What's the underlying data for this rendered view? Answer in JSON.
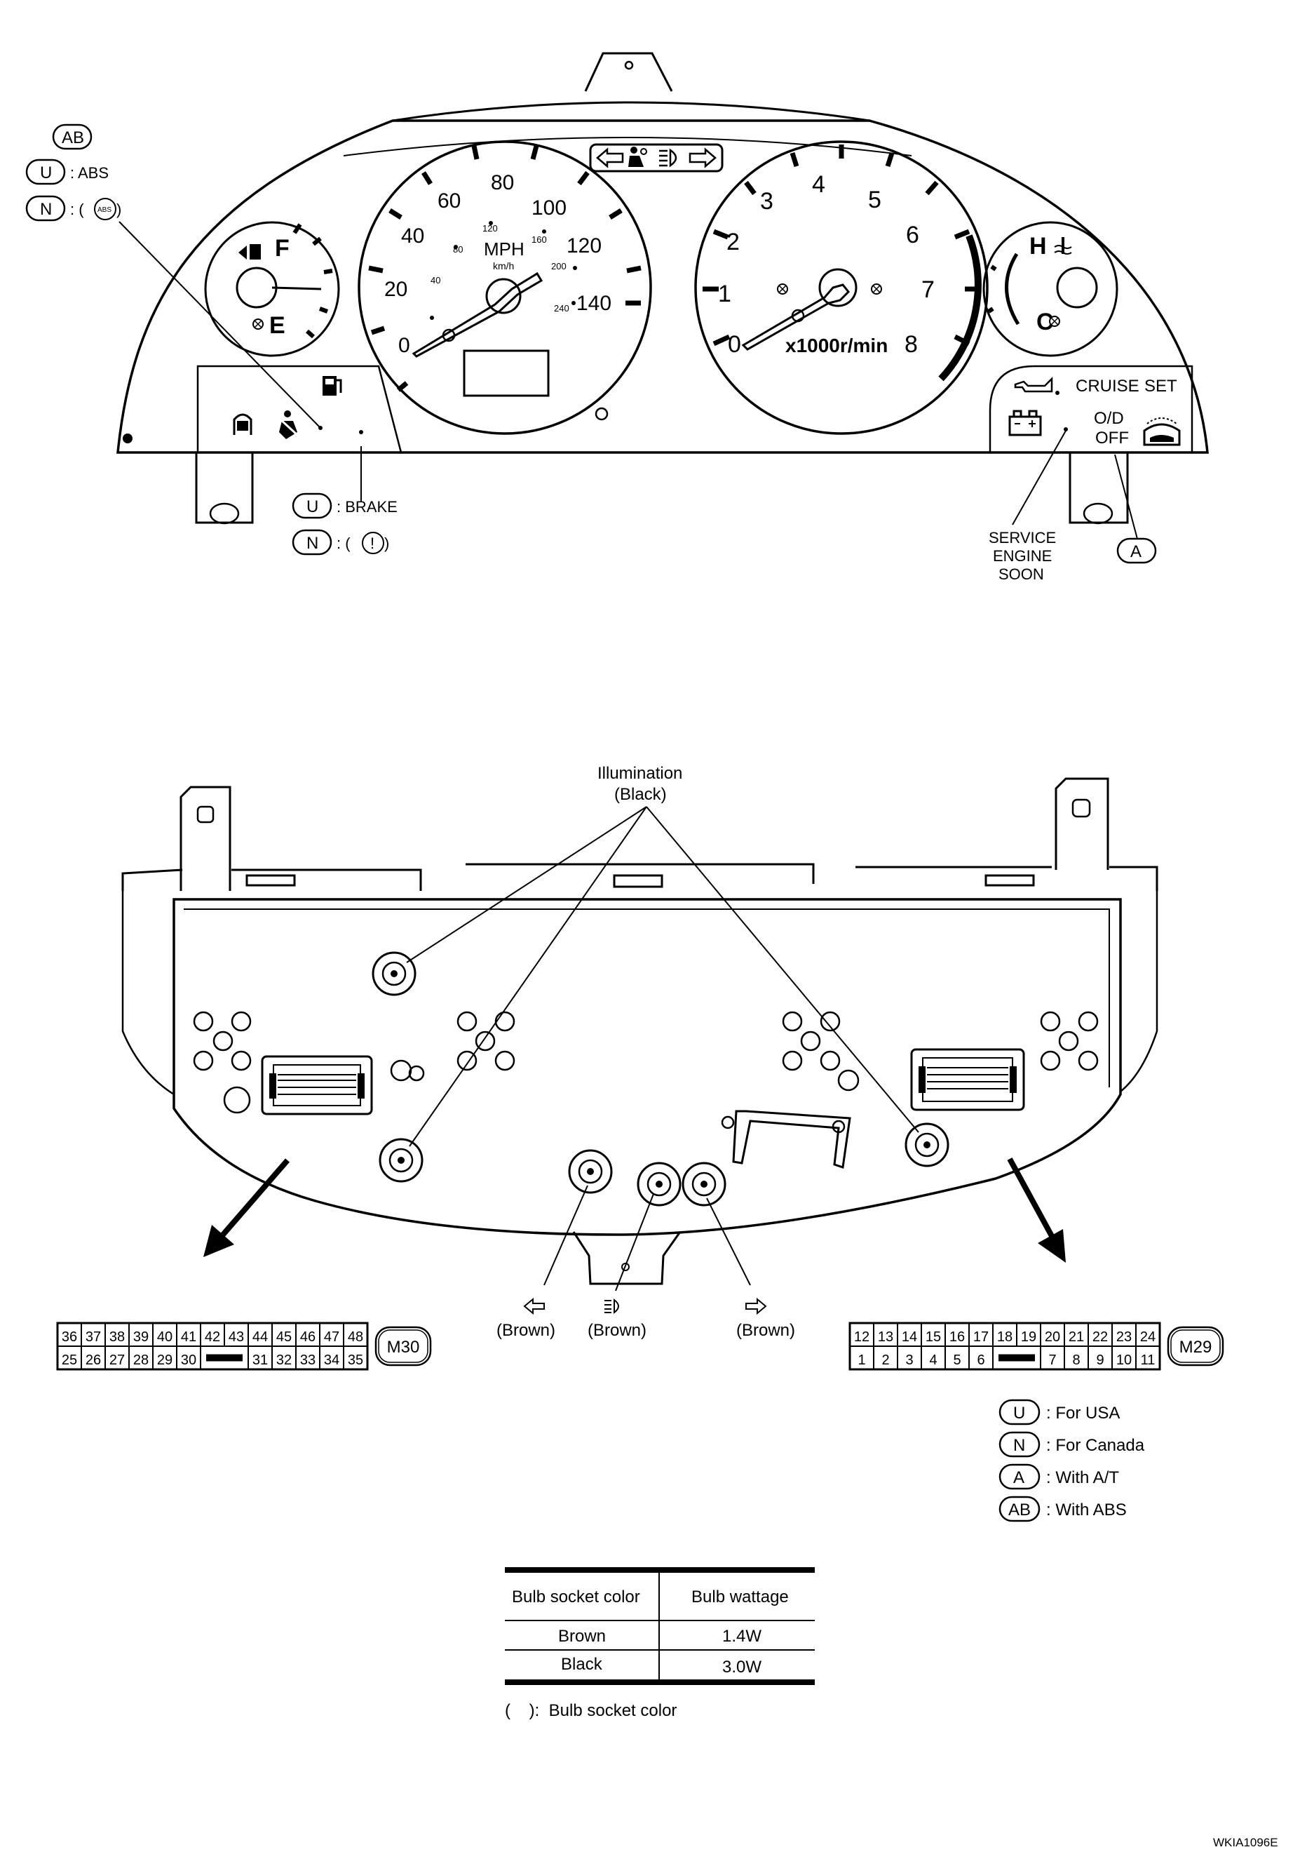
{
  "speedometer": {
    "mph_marks": [
      "0",
      "20",
      "40",
      "60",
      "80",
      "100",
      "120",
      "140"
    ],
    "kmh_marks": [
      "40",
      "80",
      "120",
      "160",
      "200",
      "240"
    ],
    "unit": "MPH",
    "unit_sub": "km/h"
  },
  "tachometer": {
    "marks": [
      "0",
      "1",
      "2",
      "3",
      "4",
      "5",
      "6",
      "7",
      "8"
    ],
    "unit": "x1000r/min"
  },
  "fuel_gauge": {
    "full": "F",
    "empty": "E"
  },
  "temp_gauge": {
    "hot": "H",
    "cold": "C"
  },
  "indicators": {
    "cruise": "CRUISE",
    "set": "SET",
    "od": "O/D",
    "off": "OFF"
  },
  "callouts": {
    "ab": "AB",
    "u_abs_code": "U",
    "u_abs_text": ": ABS",
    "n_abs_code": "N",
    "n_abs_text": ": (",
    "n_abs_close": ")",
    "abs_symbol": "ABS",
    "u_brake_code": "U",
    "u_brake_text": ": BRAKE",
    "n_brake_code": "N",
    "n_brake_text": ": (",
    "n_brake_close": ")",
    "brake_symbol": "!",
    "service_line1": "SERVICE",
    "service_line2": "ENGINE",
    "service_line3": "SOON",
    "a_code": "A"
  },
  "rear_view": {
    "illumination": "Illumination",
    "illumination_color": "(Black)",
    "brown_left": "(Brown)",
    "brown_center": "(Brown)",
    "brown_right": "(Brown)"
  },
  "connector_m30": {
    "name": "M30",
    "top_row": [
      "36",
      "37",
      "38",
      "39",
      "40",
      "41",
      "42",
      "43",
      "44",
      "45",
      "46",
      "47",
      "48"
    ],
    "bottom_row_left": [
      "25",
      "26",
      "27",
      "28",
      "29",
      "30"
    ],
    "bottom_row_right": [
      "31",
      "32",
      "33",
      "34",
      "35"
    ]
  },
  "connector_m29": {
    "name": "M29",
    "top_row": [
      "12",
      "13",
      "14",
      "15",
      "16",
      "17",
      "18",
      "19",
      "20",
      "21",
      "22",
      "23",
      "24"
    ],
    "bottom_row_left": [
      "1",
      "2",
      "3",
      "4",
      "5",
      "6"
    ],
    "bottom_row_right": [
      "7",
      "8",
      "9",
      "10",
      "11"
    ]
  },
  "legend": [
    {
      "code": "U",
      "text": ": For USA"
    },
    {
      "code": "N",
      "text": ": For Canada"
    },
    {
      "code": "A",
      "text": ": With A/T"
    },
    {
      "code": "AB",
      "text": ": With ABS"
    }
  ],
  "bulb_table": {
    "headers": [
      "Bulb socket color",
      "Bulb wattage"
    ],
    "rows": [
      [
        "Brown",
        "1.4W"
      ],
      [
        "Black",
        "3.0W"
      ]
    ]
  },
  "footnote": "(    ):  Bulb socket color",
  "figure_id": "WKIA1096E"
}
